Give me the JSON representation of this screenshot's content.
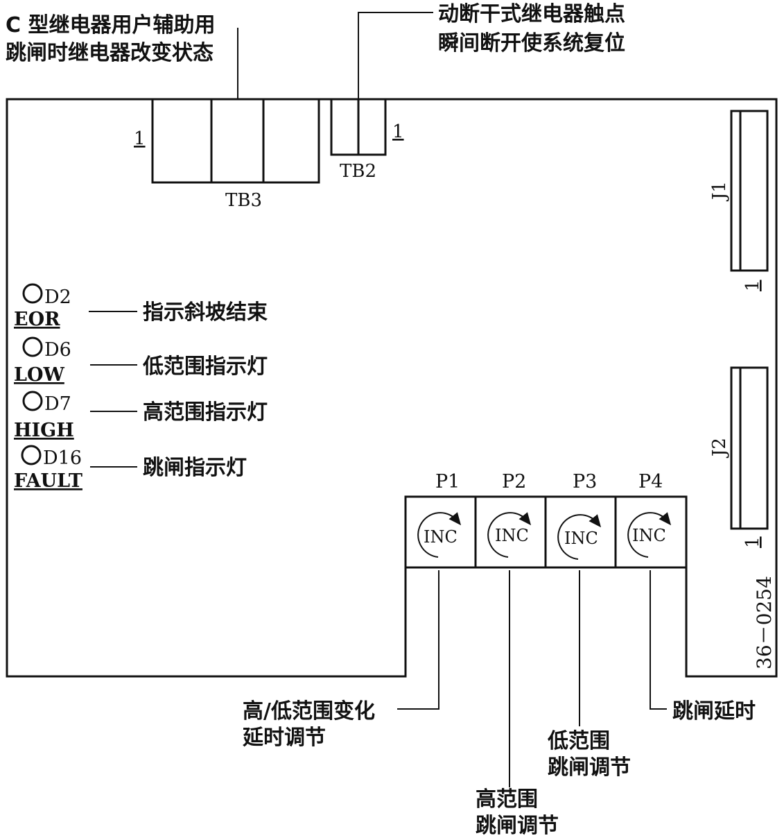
{
  "annotations": {
    "tb3_callout": [
      "C 型继电器用户辅助用",
      "跳闸时继电器改变状态"
    ],
    "tb2_callout": [
      "动断干式继电器触点",
      "瞬间断开使系统复位"
    ],
    "eor_desc": "指示斜坡结束",
    "low_desc": "低范围指示灯",
    "high_desc": "高范围指示灯",
    "fault_desc": "跳闸指示灯",
    "p1_desc": [
      "高/低范围变化",
      "延时调节"
    ],
    "p2_desc": [
      "高范围",
      "跳闸调节"
    ],
    "p3_desc": [
      "低范围",
      "跳闸调节"
    ],
    "p4_desc": "跳闸延时"
  },
  "board": {
    "tb3": {
      "label": "TB3",
      "pin1": "1"
    },
    "tb2": {
      "label": "TB2",
      "pin1": "1"
    },
    "j1": {
      "label": "J1",
      "pin1": "1"
    },
    "j2": {
      "label": "J2",
      "pin1": "1"
    },
    "part_number": "36－0254"
  },
  "leds": [
    {
      "id": "D2",
      "name": "EOR"
    },
    {
      "id": "D6",
      "name": "LOW"
    },
    {
      "id": "D7",
      "name": "HIGH"
    },
    {
      "id": "D16",
      "name": "FAULT"
    }
  ],
  "pots": [
    {
      "label": "P1",
      "text": "INC"
    },
    {
      "label": "P2",
      "text": "INC"
    },
    {
      "label": "P3",
      "text": "INC"
    },
    {
      "label": "P4",
      "text": "INC"
    }
  ]
}
